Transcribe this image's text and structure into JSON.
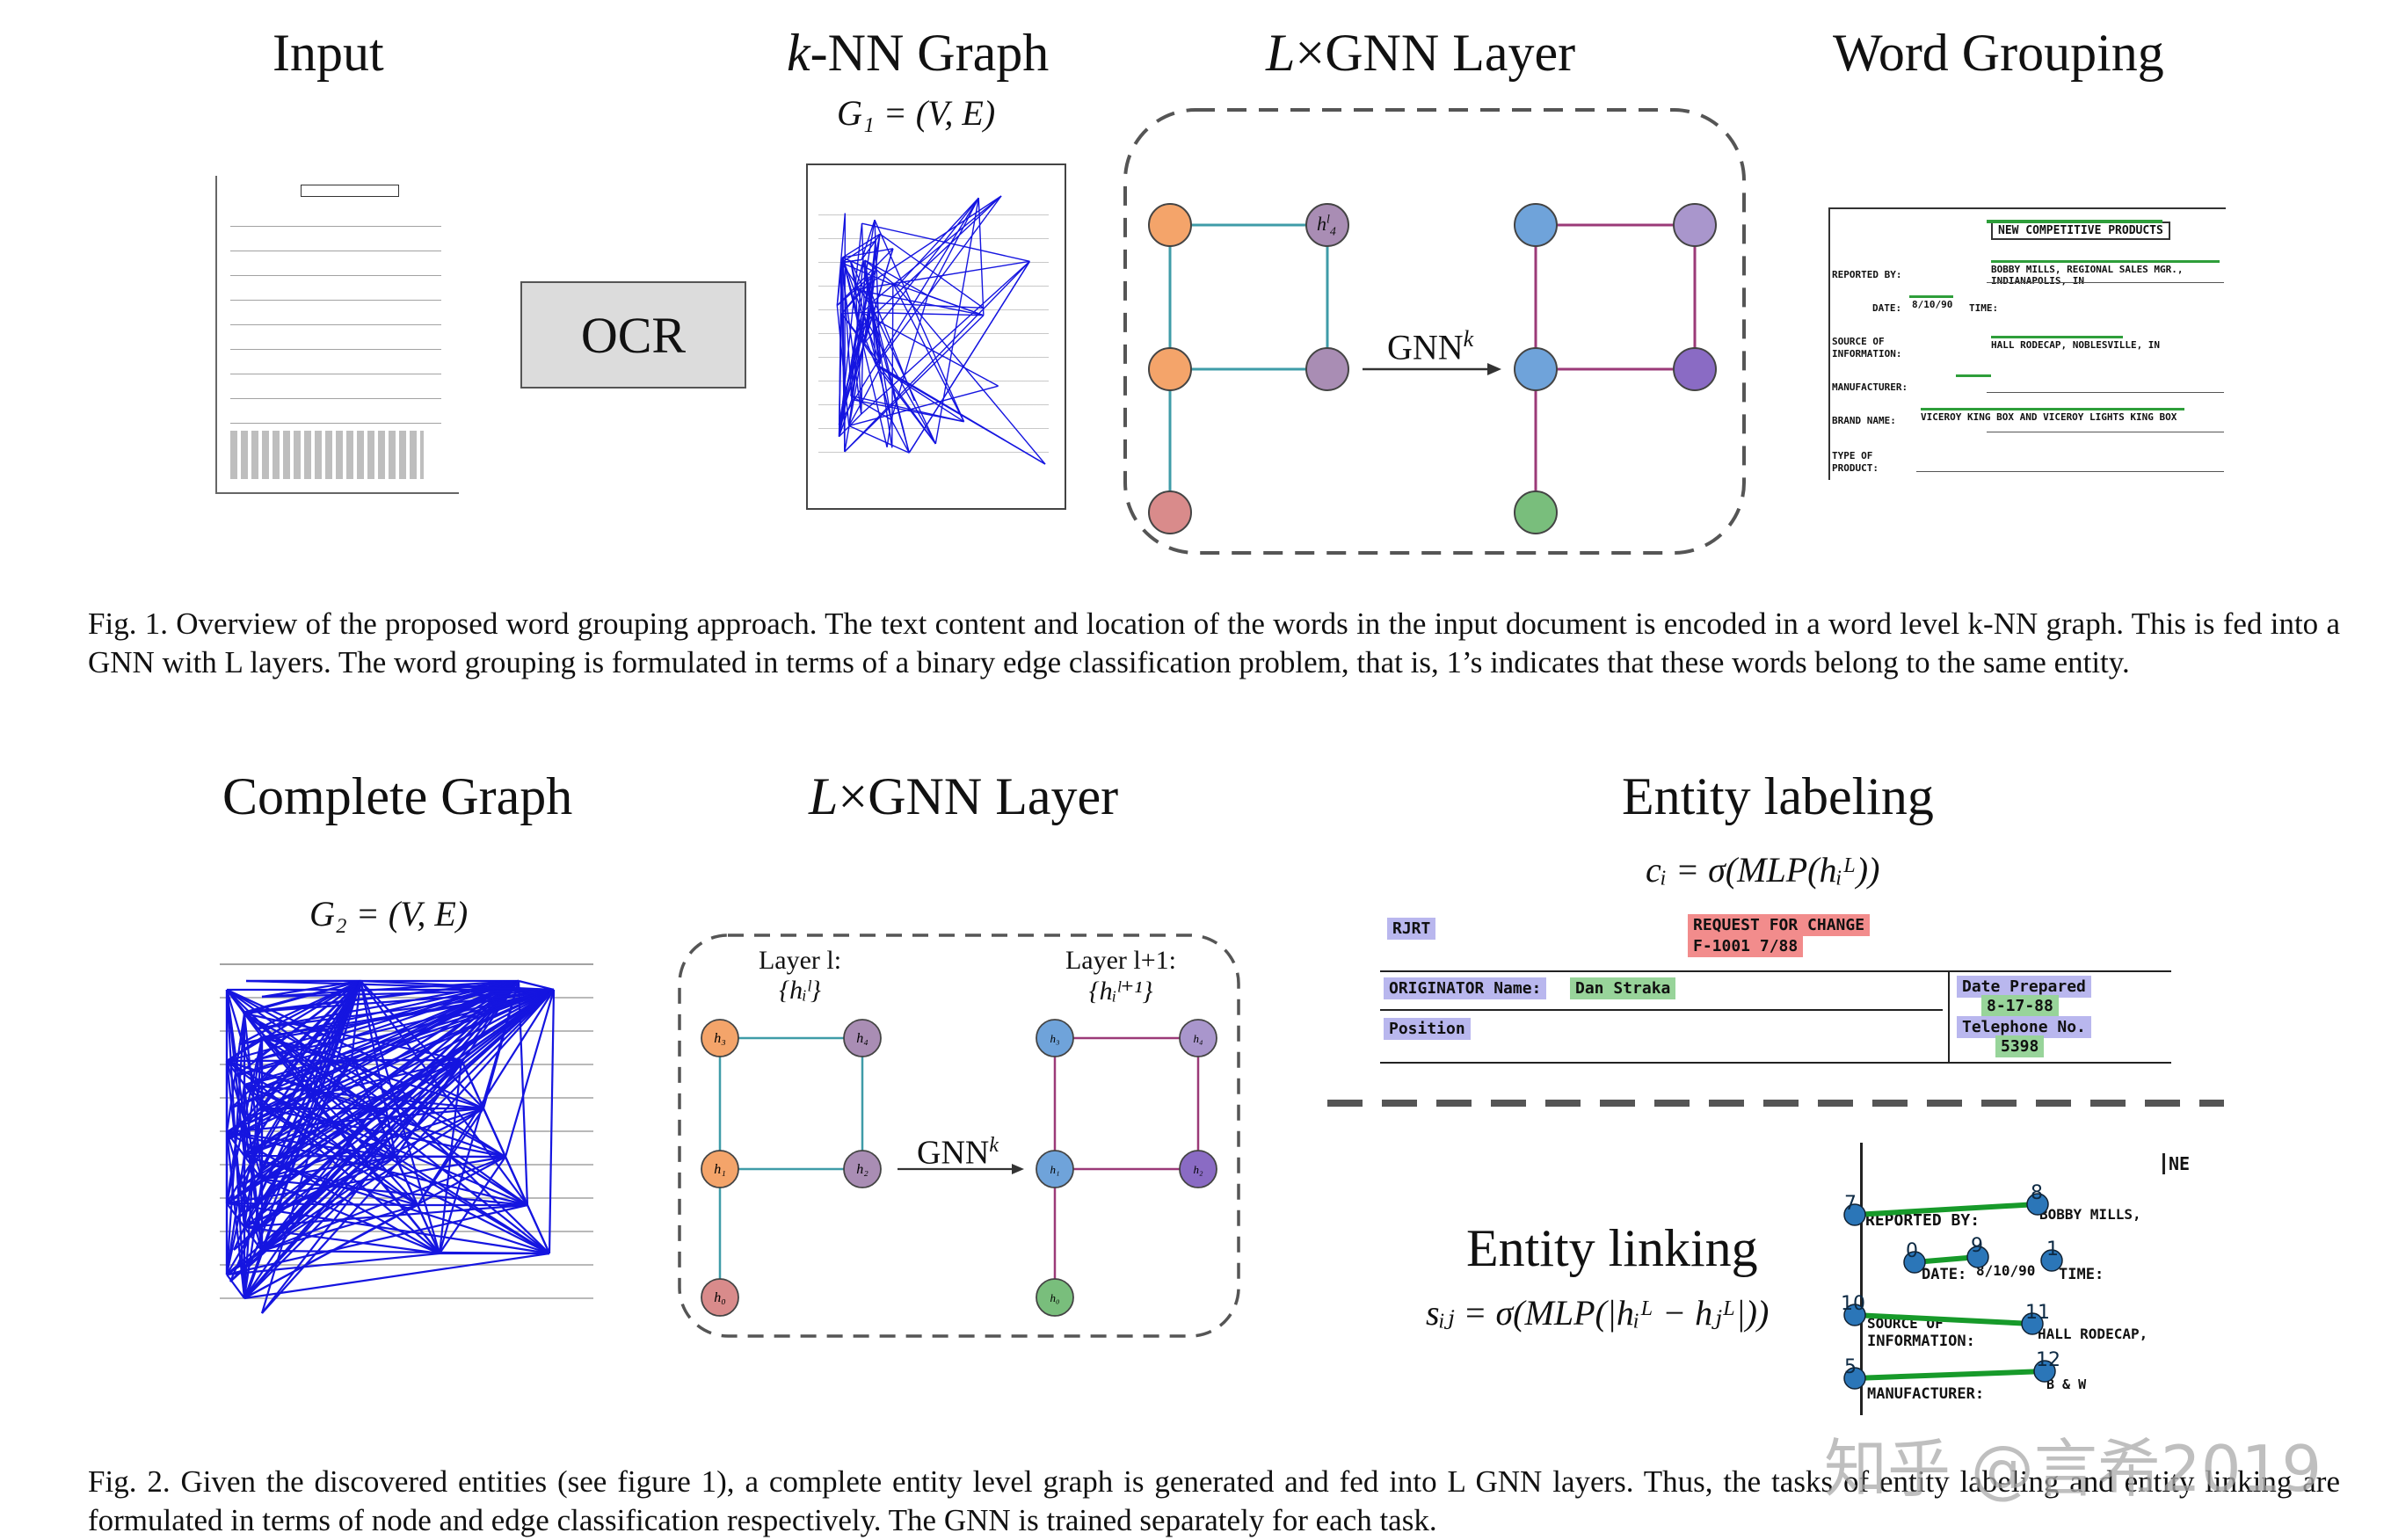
{
  "fig1": {
    "titles": {
      "input": "Input",
      "knn_prefix": "k",
      "knn_rest": "-NN Graph",
      "gnn_prefix": "L",
      "gnn_rest": "×GNN Layer",
      "word_grouping": "Word Grouping"
    },
    "knn_formula": "G₁ = (V, E)",
    "ocr_label": "OCR",
    "node_label_h4": "h",
    "node_label_h4_sup": "l",
    "node_label_h4_sub": "4",
    "arrow_label": "GNN",
    "arrow_label_sup": "k",
    "doc_header": "NEW COMPETITIVE PRODUCTS",
    "doc_fields": [
      "REPORTED BY:",
      "DATE:",
      "TIME:",
      "SOURCE OF INFORMATION:",
      "MANUFACTURER:",
      "BRAND NAME:",
      "TYPE OF PRODUCT:"
    ],
    "doc_values": [
      "BOBBY MILLS, REGIONAL SALES MGR., INDIANAPOLIS, IN",
      "8/10/90",
      "HALL RODECAP, NOBLESVILLE, IN",
      "VICEROY KING BOX AND VICEROY LIGHTS KING BOX"
    ],
    "caption": "Fig. 1.  Overview of the proposed word grouping approach. The text content and location of the words in the input document is encoded in a word level k-NN graph. This is fed into a GNN with L layers. The word grouping is formulated in terms of a binary edge classification problem, that is, 1’s indicates that these words belong to the same entity."
  },
  "fig2": {
    "titles": {
      "complete": "Complete Graph",
      "gnn_prefix": "L",
      "gnn_rest": "×GNN Layer",
      "labeling": "Entity labeling",
      "linking": "Entity linking"
    },
    "complete_formula": "G₂ = (V, E)",
    "labeling_formula": "cᵢ = σ(MLP(hᵢᴸ))",
    "linking_formula": "sᵢⱼ = σ(MLP(|hᵢᴸ − hⱼᴸ|))",
    "layer_l": "Layer l:",
    "layer_l_set": "{hᵢˡ}",
    "layer_l1": "Layer l+1:",
    "layer_l1_set": "{hᵢˡ⁺¹}",
    "arrow_label": "GNN",
    "arrow_label_sup": "k",
    "form_labels": {
      "rjrt": "RJRT",
      "request": "REQUEST FOR CHANGE",
      "code": "F-1001    7/88",
      "originator": "ORIGINATOR Name:",
      "originator_value": "Dan Straka",
      "position": "Position",
      "date_prepared": "Date Prepared",
      "date_value": "8-17-88",
      "telephone": "Telephone No.",
      "telephone_value": "5398"
    },
    "linking_doc": {
      "ne": "NE",
      "reported_by": "REPORTED BY:",
      "bobby": "BOBBY MILLS,",
      "date": "DATE:",
      "date_value": "8/10/90",
      "time": "TIME:",
      "source1": "SOURCE OF",
      "source2": "INFORMATION:",
      "hall": "HALL RODECAP,",
      "manufacturer": "MANUFACTURER:",
      "bw": "B & W",
      "nodes": [
        "7",
        "8",
        "0",
        "9",
        "1",
        "10",
        "11",
        "5",
        "12"
      ]
    },
    "caption": "Fig. 2.  Given the discovered entities (see figure 1), a complete entity level graph is generated and fed into L GNN layers. Thus, the tasks of entity labeling and entity linking are formulated in terms of node and edge classification respectively. The GNN is trained separately for each task."
  },
  "watermark": "知乎 @言希2019",
  "colors": {
    "orange": "#F4A46A",
    "purple": "#A98DB4",
    "pink": "#D98B8B",
    "blue": "#6FA3DA",
    "lavender": "#A996CC",
    "violet": "#8A6BC4",
    "green": "#79BE7C",
    "teal_edge": "#3F9CA8",
    "magenta_edge": "#9B3A78",
    "graph_blue": "#1515E0"
  }
}
